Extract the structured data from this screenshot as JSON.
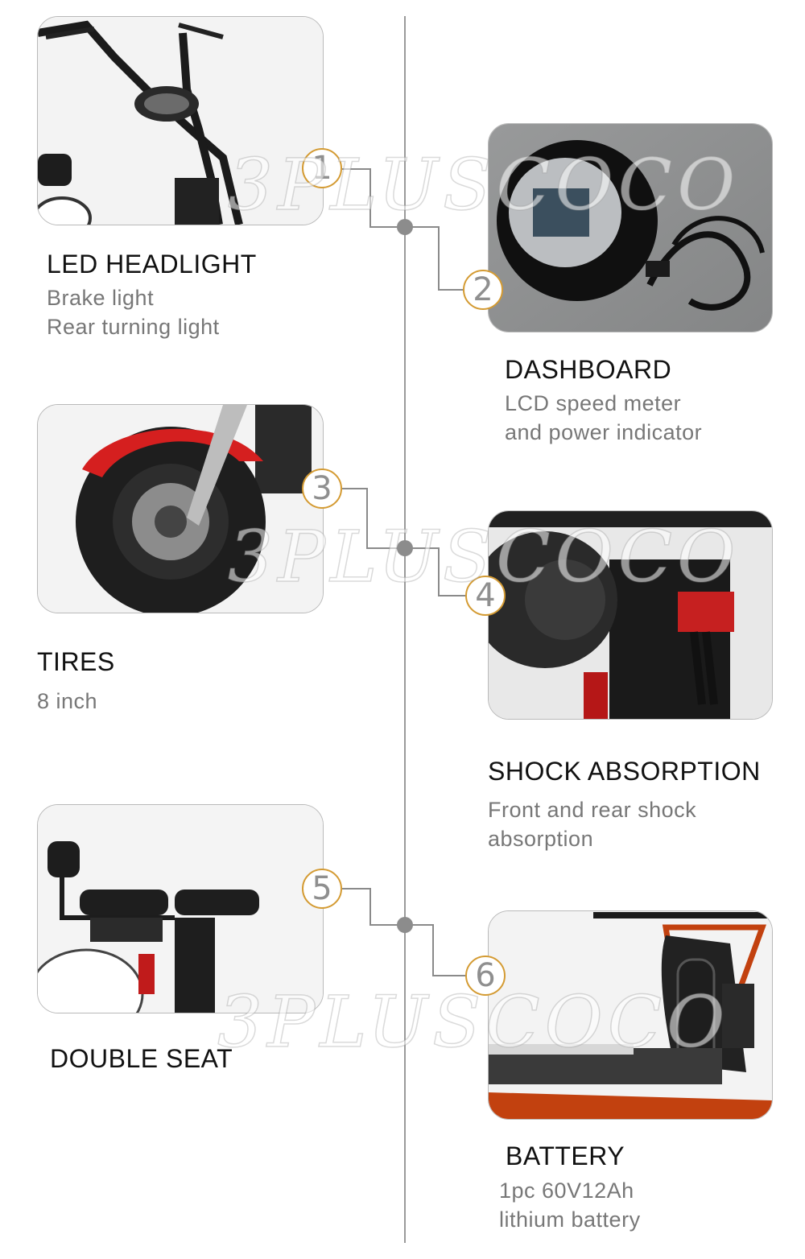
{
  "watermark": "3PLUSCOCO",
  "features": [
    {
      "number": "1",
      "title": "LED HEADLIGHT",
      "lines": [
        "Brake light",
        "Rear turning light"
      ]
    },
    {
      "number": "2",
      "title": "DASHBOARD",
      "lines": [
        "LCD speed meter",
        "and power indicator"
      ]
    },
    {
      "number": "3",
      "title": "TIRES",
      "lines": [
        "8 inch"
      ]
    },
    {
      "number": "4",
      "title": "SHOCK ABSORPTION",
      "lines": [
        "Front and rear shock",
        "absorption"
      ]
    },
    {
      "number": "5",
      "title": "DOUBLE SEAT",
      "lines": []
    },
    {
      "number": "6",
      "title": "BATTERY",
      "lines": [
        "1pc 60V12Ah",
        "lithium battery"
      ]
    }
  ],
  "colors": {
    "badge_ring": "#d49b33",
    "line": "#9a9a9a"
  }
}
